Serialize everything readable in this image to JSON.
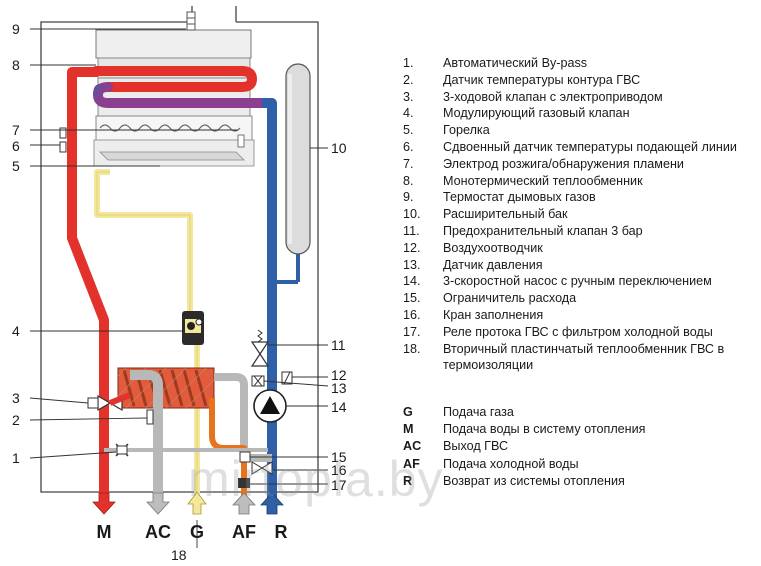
{
  "callouts": {
    "c1": "1",
    "c2": "2",
    "c3": "3",
    "c4": "4",
    "c5": "5",
    "c6": "6",
    "c7": "7",
    "c8": "8",
    "c9": "9",
    "c10": "10",
    "c11": "11",
    "c12": "12",
    "c13": "13",
    "c14": "14",
    "c15": "15",
    "c16": "16",
    "c17": "17",
    "c18": "18"
  },
  "connections": {
    "m": "M",
    "ac": "AC",
    "g": "G",
    "af": "AF",
    "r": "R"
  },
  "legend": [
    {
      "num": "1.",
      "text": "Автоматический By-pass"
    },
    {
      "num": "2.",
      "text": "Датчик температуры контура ГВС"
    },
    {
      "num": "3.",
      "text": "3-ходовой клапан с электроприводом"
    },
    {
      "num": "4.",
      "text": "Модулирующий газовый клапан"
    },
    {
      "num": "5.",
      "text": "Горелка"
    },
    {
      "num": "6.",
      "text": "Сдвоенный датчик температуры подающей линии"
    },
    {
      "num": "7.",
      "text": "Электрод розжига/обнаружения пламени"
    },
    {
      "num": "8.",
      "text": "Монотермический теплообменник"
    },
    {
      "num": "9.",
      "text": "Термостат дымовых газов"
    },
    {
      "num": "10.",
      "text": "Расширительный бак"
    },
    {
      "num": "11.",
      "text": "Предохранительный клапан 3 бар"
    },
    {
      "num": "12.",
      "text": "Воздухоотводчик"
    },
    {
      "num": "13.",
      "text": "Датчик давления"
    },
    {
      "num": "14.",
      "text": "3-скоростной насос с ручным переключением"
    },
    {
      "num": "15.",
      "text": "Ограничитель расхода"
    },
    {
      "num": "16.",
      "text": "Кран заполнения"
    },
    {
      "num": "17.",
      "text": "Реле протока ГВС с фильтром холодной воды"
    },
    {
      "num": "18.",
      "text": "Вторичный пластинчатый теплообменник ГВС в термоизоляции"
    }
  ],
  "abbreviations": [
    {
      "key": "G",
      "text": "Подача газа"
    },
    {
      "key": "M",
      "text": "Подача воды в систему отопления"
    },
    {
      "key": "AC",
      "text": "Выход ГВС"
    },
    {
      "key": "AF",
      "text": "Подача холодной воды"
    },
    {
      "key": "R",
      "text": "Возврат из системы отопления"
    }
  ],
  "watermark": "mirtopla.by",
  "colors": {
    "supply_red": "#e3312b",
    "return_blue": "#2f5fa6",
    "gas_yellow": "#f3e79a",
    "dhw_grey": "#b8b8b8",
    "cold_orange": "#e8731e",
    "expansion_tank": "#dcdcdc"
  }
}
